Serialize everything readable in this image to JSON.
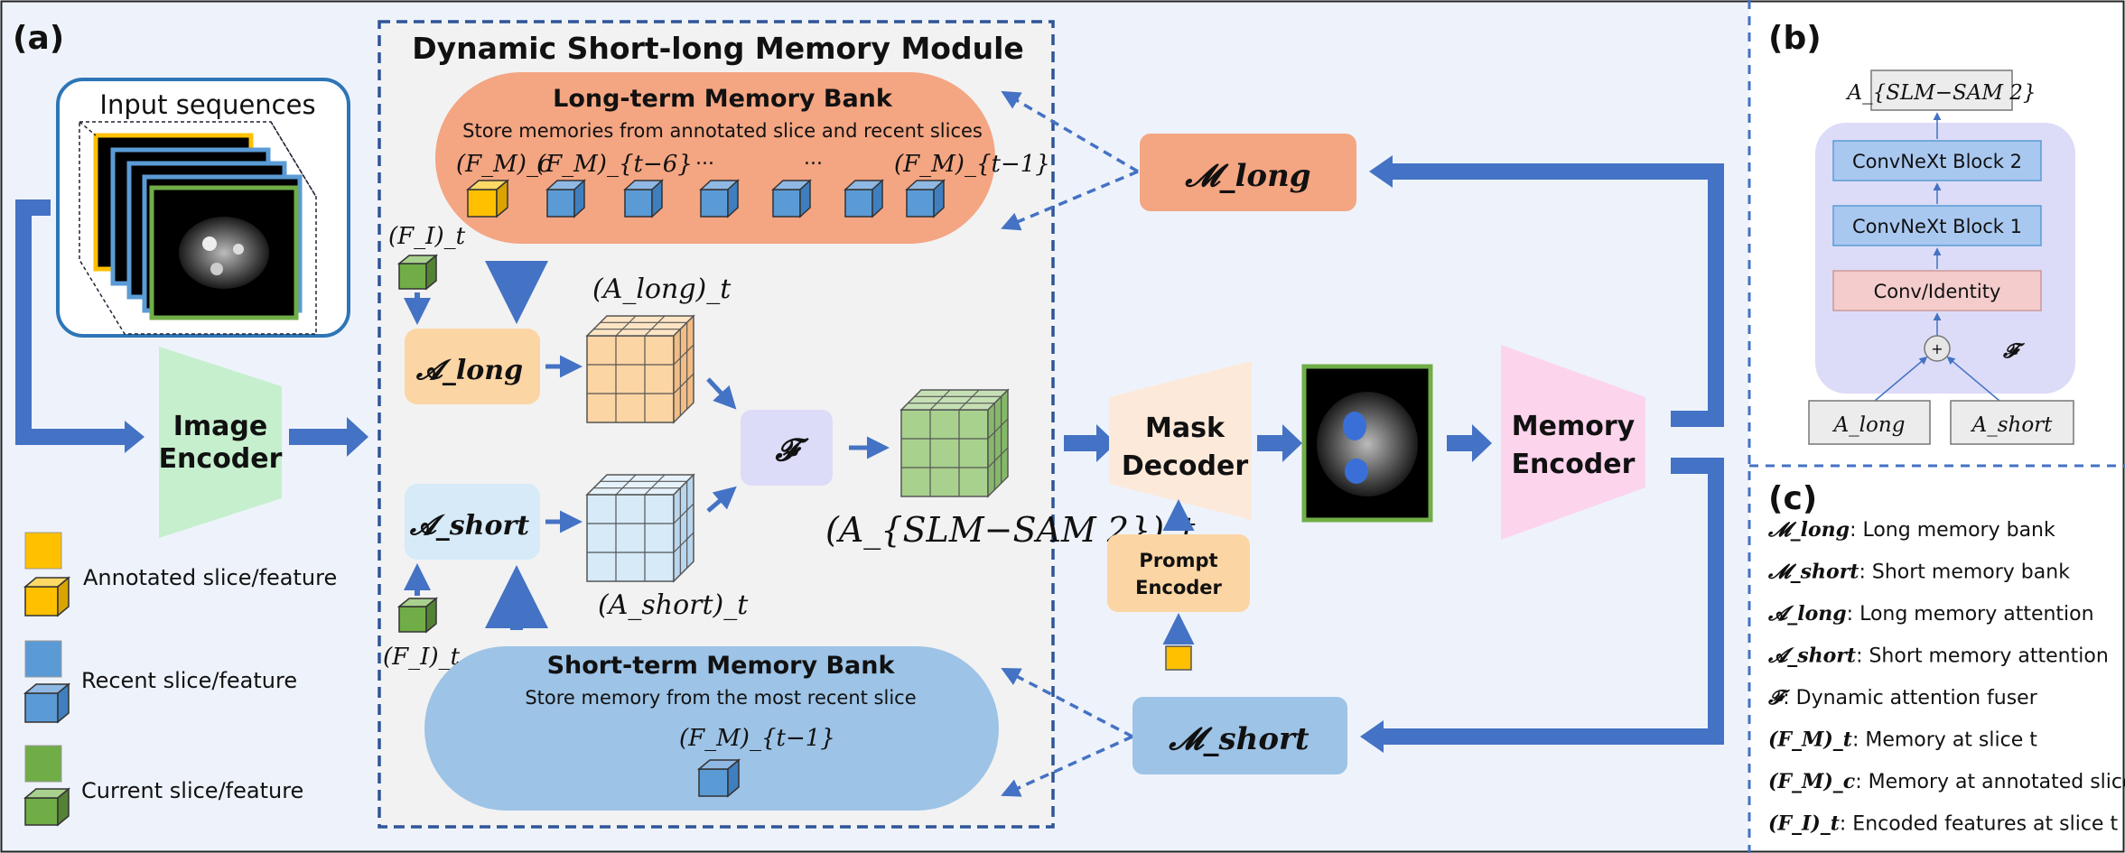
{
  "panel_labels": {
    "a": "(a)",
    "b": "(b)",
    "c": "(c)"
  },
  "input": {
    "title": "Input sequences"
  },
  "image_encoder": {
    "line1": "Image",
    "line2": "Encoder"
  },
  "module": {
    "title": "Dynamic Short-long Memory Module"
  },
  "long_bank": {
    "title": "Long-term Memory Bank",
    "subtitle": "Store memories from annotated slice and recent slices",
    "fm_c": "(F_M)_c",
    "fm_t6": "(F_M)_{t−6}",
    "dots1": "...",
    "dots2": "...",
    "fm_t1": "(F_M)_{t−1}"
  },
  "short_bank": {
    "title": "Short-term Memory Bank",
    "subtitle": "Store memory from the most recent slice",
    "fm_t1": "(F_M)_{t−1}"
  },
  "fi_top": "(F_I)_t",
  "fi_bottom": "(F_I)_t",
  "a_long": "𝓐_long",
  "a_short": "𝓐_short",
  "a_long_out": "(A_long)_t",
  "a_short_out": "(A_short)_t",
  "fuser": "𝓕",
  "a_slm_out": "(A_{SLM−SAM 2})_t",
  "mask_decoder": {
    "line1": "Mask",
    "line2": "Decoder"
  },
  "prompt_encoder": {
    "line1": "Prompt",
    "line2": "Encoder"
  },
  "memory_encoder": {
    "line1": "Memory",
    "line2": "Encoder"
  },
  "m_long": "𝓜_long",
  "m_short": "𝓜_short",
  "legend": {
    "annotated": "Annotated slice/feature",
    "recent": "Recent slice/feature",
    "current": "Current slice/feature"
  },
  "panel_b": {
    "output": "A_{SLM−SAM 2}",
    "block2": "ConvNeXt Block 2",
    "block1": "ConvNeXt Block 1",
    "conv": "Conv/Identity",
    "plus": "+",
    "fuser": "𝓕",
    "a_long": "A_long",
    "a_short": "A_short"
  },
  "panel_c": {
    "items": [
      {
        "sym": "𝓜_long",
        "text": ": Long memory bank"
      },
      {
        "sym": "𝓜_short",
        "text": ": Short memory bank"
      },
      {
        "sym": "𝓐_long",
        "text": ": Long memory attention"
      },
      {
        "sym": "𝓐_short",
        "text": ": Short memory attention"
      },
      {
        "sym": "𝓕",
        "text": ": Dynamic attention fuser"
      },
      {
        "sym": "(F_M)_t",
        "text": ": Memory at slice t"
      },
      {
        "sym": "(F_M)_c",
        "text": ": Memory at annotated slice"
      },
      {
        "sym": "(F_I)_t",
        "text": ": Encoded features at slice t"
      }
    ]
  },
  "colors": {
    "arrow": "#4472c4",
    "yellow": "#ffc000",
    "blue_cube": "#5b9bd5",
    "green_cube": "#70ad47",
    "long_bank": "#f4a582",
    "short_bank": "#9dc3e6",
    "a_long": "#fcd5a4",
    "a_short": "#d6eaf8",
    "fuser": "#dcdcf8",
    "encoder_green": "#c6efce",
    "mask_dec": "#fde9d9",
    "mem_enc": "#fcd4ec",
    "panel_bg": "#eef3fb"
  }
}
